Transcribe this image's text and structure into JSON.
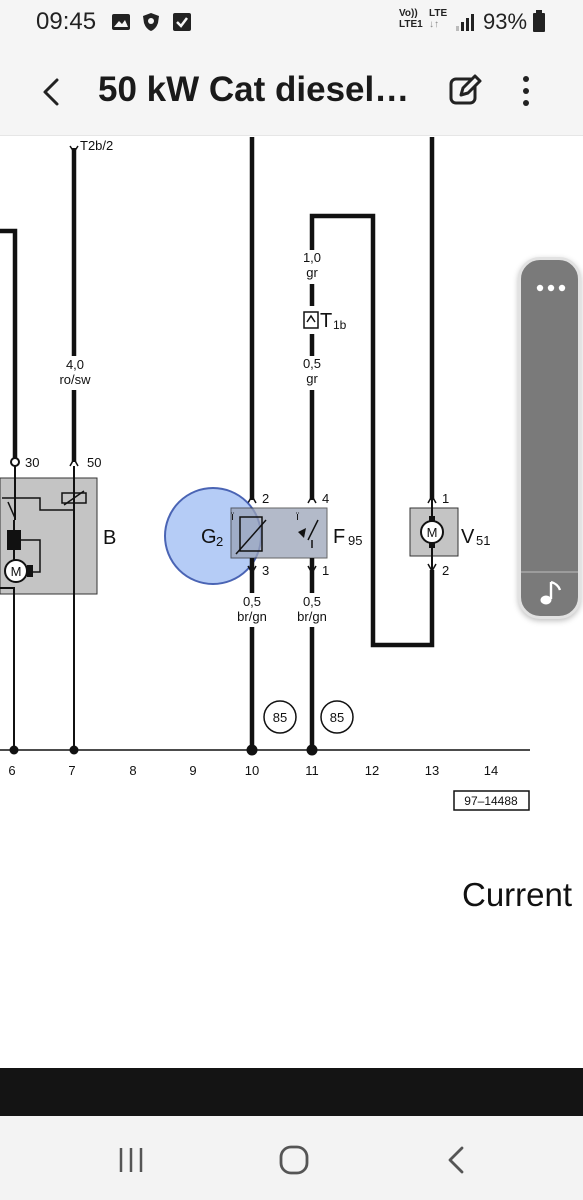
{
  "status_bar": {
    "time": "09:45",
    "icons": [
      "image-icon",
      "shield-icon",
      "check-box-icon"
    ],
    "network_top": "Vo))",
    "network_bottom": "LTE1",
    "lte_top": "LTE",
    "lte_bottom": "↓↑",
    "battery_percent": "93%"
  },
  "app_bar": {
    "title": "50 kW Cat diesel…",
    "back_icon": "chevron-left-icon",
    "edit_icon": "edit-icon",
    "more_icon": "more-vertical-icon"
  },
  "diagram": {
    "connector_top": "T2b/2",
    "wire_left": {
      "size": "4,0",
      "color": "ro/sw"
    },
    "terminal_30": "30",
    "terminal_50": "50",
    "component_b": "B",
    "g2_label": "G",
    "g2_sub": "2",
    "g2_pin_top": "2",
    "g2_pin_bottom": "3",
    "f95_label": "F",
    "f95_sub": "95",
    "f95_pin_top": "4",
    "f95_pin_bottom": "1",
    "v51_label": "V",
    "v51_sub": "51",
    "v51_pin_top": "1",
    "v51_pin_bottom": "2",
    "motor_symbol": "M",
    "t1b_label": "T",
    "t1b_sub": "1b",
    "wire_gr_top": {
      "size": "1,0",
      "color": "gr"
    },
    "wire_gr_mid": {
      "size": "0,5",
      "color": "gr"
    },
    "wire_brgn_left": {
      "size": "0,5",
      "color": "br/gn"
    },
    "wire_brgn_right": {
      "size": "0,5",
      "color": "br/gn"
    },
    "badges": [
      "85",
      "85"
    ],
    "track_numbers": [
      "6",
      "7",
      "8",
      "9",
      "10",
      "11",
      "12",
      "13",
      "14"
    ],
    "reference": "97–14488"
  },
  "current_text": "Current",
  "floating_panel": {
    "menu_icon": "more-horizontal-icon",
    "media_icon": "music-note-icon"
  },
  "nav_bar": {
    "recents_icon": "recent-apps-icon",
    "home_icon": "home-icon",
    "back_icon": "back-icon"
  },
  "colors": {
    "highlight_circle": "#a9c4f5",
    "component_fill": "#c4c4c4",
    "wire": "#111111",
    "floating_panel": "#7a7a7a"
  }
}
